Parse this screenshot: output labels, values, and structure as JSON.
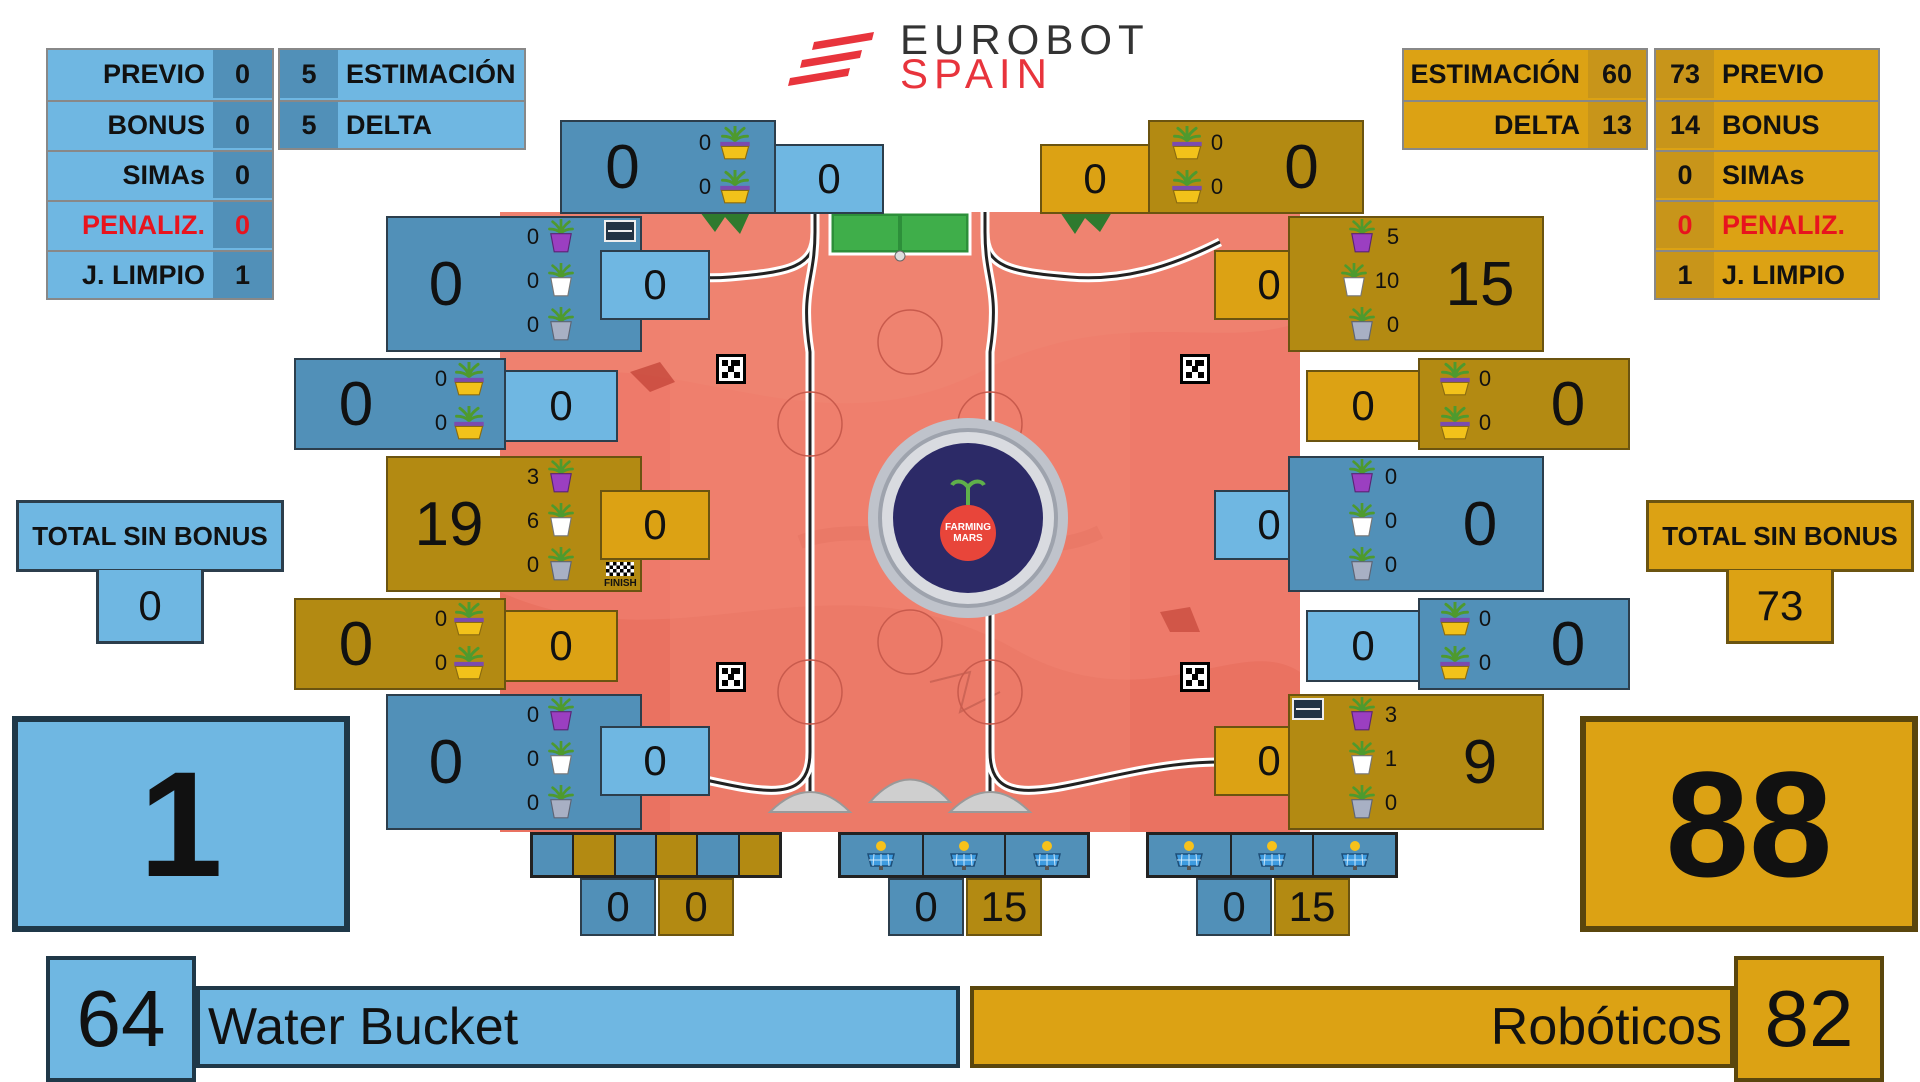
{
  "logo": {
    "line1": "EUROBOT",
    "line2": "SPAIN"
  },
  "colors": {
    "blue_light": "#6fb7e2",
    "blue_mid": "#5190b8",
    "gold_dark": "#b38a12",
    "gold_light": "#dca214",
    "penalty": "#e8141e",
    "field": "#ee7a6a"
  },
  "left_stats": {
    "previo_label": "PREVIO",
    "previo": "0",
    "bonus_label": "BONUS",
    "bonus": "0",
    "simas_label": "SIMAs",
    "simas": "0",
    "penaliz_label": "PENALIZ.",
    "penaliz": "0",
    "jlimpio_label": "J. LIMPIO",
    "jlimpio": "1",
    "estimacion": "5",
    "estimacion_label": "ESTIMACIÓN",
    "delta": "5",
    "delta_label": "DELTA"
  },
  "right_stats": {
    "estimacion_label": "ESTIMACIÓN",
    "estimacion": "60",
    "delta_label": "DELTA",
    "delta": "13",
    "previo": "73",
    "previo_label": "PREVIO",
    "bonus": "14",
    "bonus_label": "BONUS",
    "simas": "0",
    "simas_label": "SIMAs",
    "penaliz": "0",
    "penaliz_label": "PENALIZ.",
    "jlimpio": "1",
    "jlimpio_label": "J. LIMPIO"
  },
  "left_total": {
    "label": "TOTAL SIN BONUS",
    "value": "0"
  },
  "right_total": {
    "label": "TOTAL SIN BONUS",
    "value": "73"
  },
  "left_score": "1",
  "right_score": "88",
  "teams": {
    "left": {
      "number": "64",
      "name": "Water Bucket"
    },
    "right": {
      "name": "Robóticos",
      "number": "82"
    }
  },
  "zones": {
    "top_left": {
      "big": "0",
      "c1": "0",
      "c2": "0",
      "side": "0"
    },
    "top_right": {
      "side": "0",
      "c1": "0",
      "c2": "0",
      "big": "0"
    },
    "l1": {
      "big": "0",
      "c1": "0",
      "c2": "0",
      "c3": "0",
      "side": "0"
    },
    "l2": {
      "big": "0",
      "c1": "0",
      "c2": "0",
      "side": "0"
    },
    "l3": {
      "big": "19",
      "c1": "3",
      "c2": "6",
      "c3": "0",
      "side": "0"
    },
    "l4": {
      "big": "0",
      "c1": "0",
      "c2": "0",
      "side": "0"
    },
    "l5": {
      "big": "0",
      "c1": "0",
      "c2": "0",
      "c3": "0",
      "side": "0"
    },
    "r1": {
      "side": "0",
      "c1": "5",
      "c2": "10",
      "c3": "0",
      "big": "15"
    },
    "r2": {
      "side": "0",
      "c1": "0",
      "c2": "0",
      "big": "0"
    },
    "r3": {
      "side": "0",
      "c1": "0",
      "c2": "0",
      "c3": "0",
      "big": "0"
    },
    "r4": {
      "side": "0",
      "c1": "0",
      "c2": "0",
      "big": "0"
    },
    "r5": {
      "side": "0",
      "c1": "3",
      "c2": "1",
      "c3": "0",
      "big": "9"
    }
  },
  "solar": {
    "g1": {
      "a": "0",
      "b": "0"
    },
    "g2": {
      "a": "0",
      "b": "15"
    },
    "g3": {
      "a": "0",
      "b": "15"
    }
  },
  "board": {
    "badge_line1": "FARMING",
    "badge_line2": "MARS",
    "finish": "FINISH"
  },
  "icons": [
    "planter-icon",
    "white-pot-icon",
    "grey-pot-icon",
    "purple-pot-icon",
    "solar-panel-icon",
    "checker-flag-icon",
    "aruco-marker-icon",
    "start-area-icon"
  ]
}
